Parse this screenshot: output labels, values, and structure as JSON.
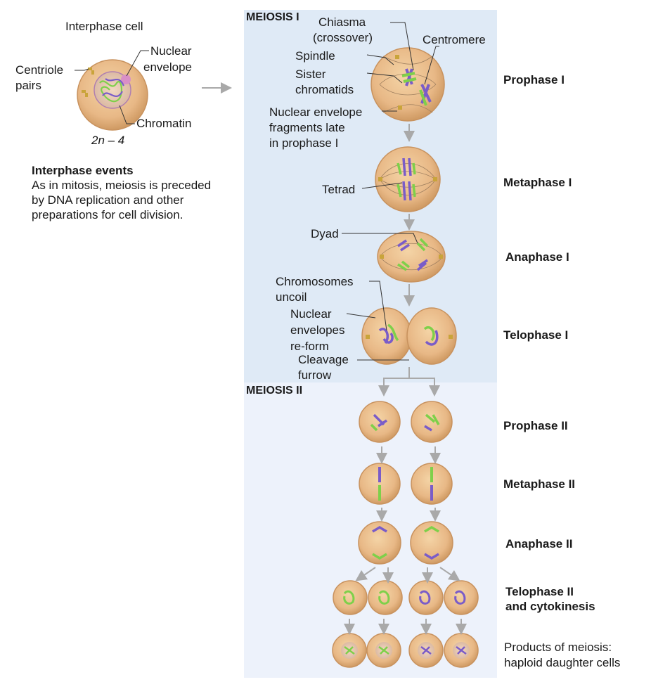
{
  "interphase": {
    "cell_label": "Interphase cell",
    "centriole_label": [
      "Centriole",
      "pairs"
    ],
    "nuclear_envelope_label": [
      "Nuclear",
      "envelope"
    ],
    "chromatin_label": "Chromatin",
    "ploidy_label": "2n – 4",
    "events_title": "Interphase events",
    "events_text": [
      "As in mitosis, meiosis is preceded",
      "by DNA replication and other",
      "preparations for cell division."
    ]
  },
  "meiosis1": {
    "header": "MEIOSIS I",
    "labels": {
      "chiasma": [
        "Chiasma",
        "(crossover)"
      ],
      "centromere": "Centromere",
      "spindle": "Spindle",
      "sister_chromatids": [
        "Sister",
        "chromatids"
      ],
      "nuclear_envelope_fragments": [
        "Nuclear envelope",
        "fragments late",
        "in prophase I"
      ],
      "tetrad": "Tetrad",
      "dyad": "Dyad",
      "chromosomes_uncoil": [
        "Chromosomes",
        "uncoil"
      ],
      "nuclear_envelopes_reform": [
        "Nuclear",
        "envelopes",
        "re-form"
      ],
      "cleavage_furrow": [
        "Cleavage",
        "furrow"
      ]
    },
    "phases": [
      "Prophase I",
      "Metaphase I",
      "Anaphase I",
      "Telophase I"
    ]
  },
  "meiosis2": {
    "header": "MEIOSIS II",
    "phases": [
      "Prophase II",
      "Metaphase II",
      "Anaphase II",
      "Telophase II",
      "and cytokinesis"
    ],
    "products": [
      "Products of meiosis:",
      "haploid daughter cells"
    ]
  },
  "colors": {
    "cell_fill": "#e8b886",
    "cell_edge": "#c8925e",
    "chromosome_green": "#7ed04a",
    "chromosome_purple": "#7a5cc8",
    "panel_meiosis1": "#dfeaf6",
    "panel_meiosis2": "#edf2fb",
    "arrow_gray": "#a9a9a9"
  }
}
